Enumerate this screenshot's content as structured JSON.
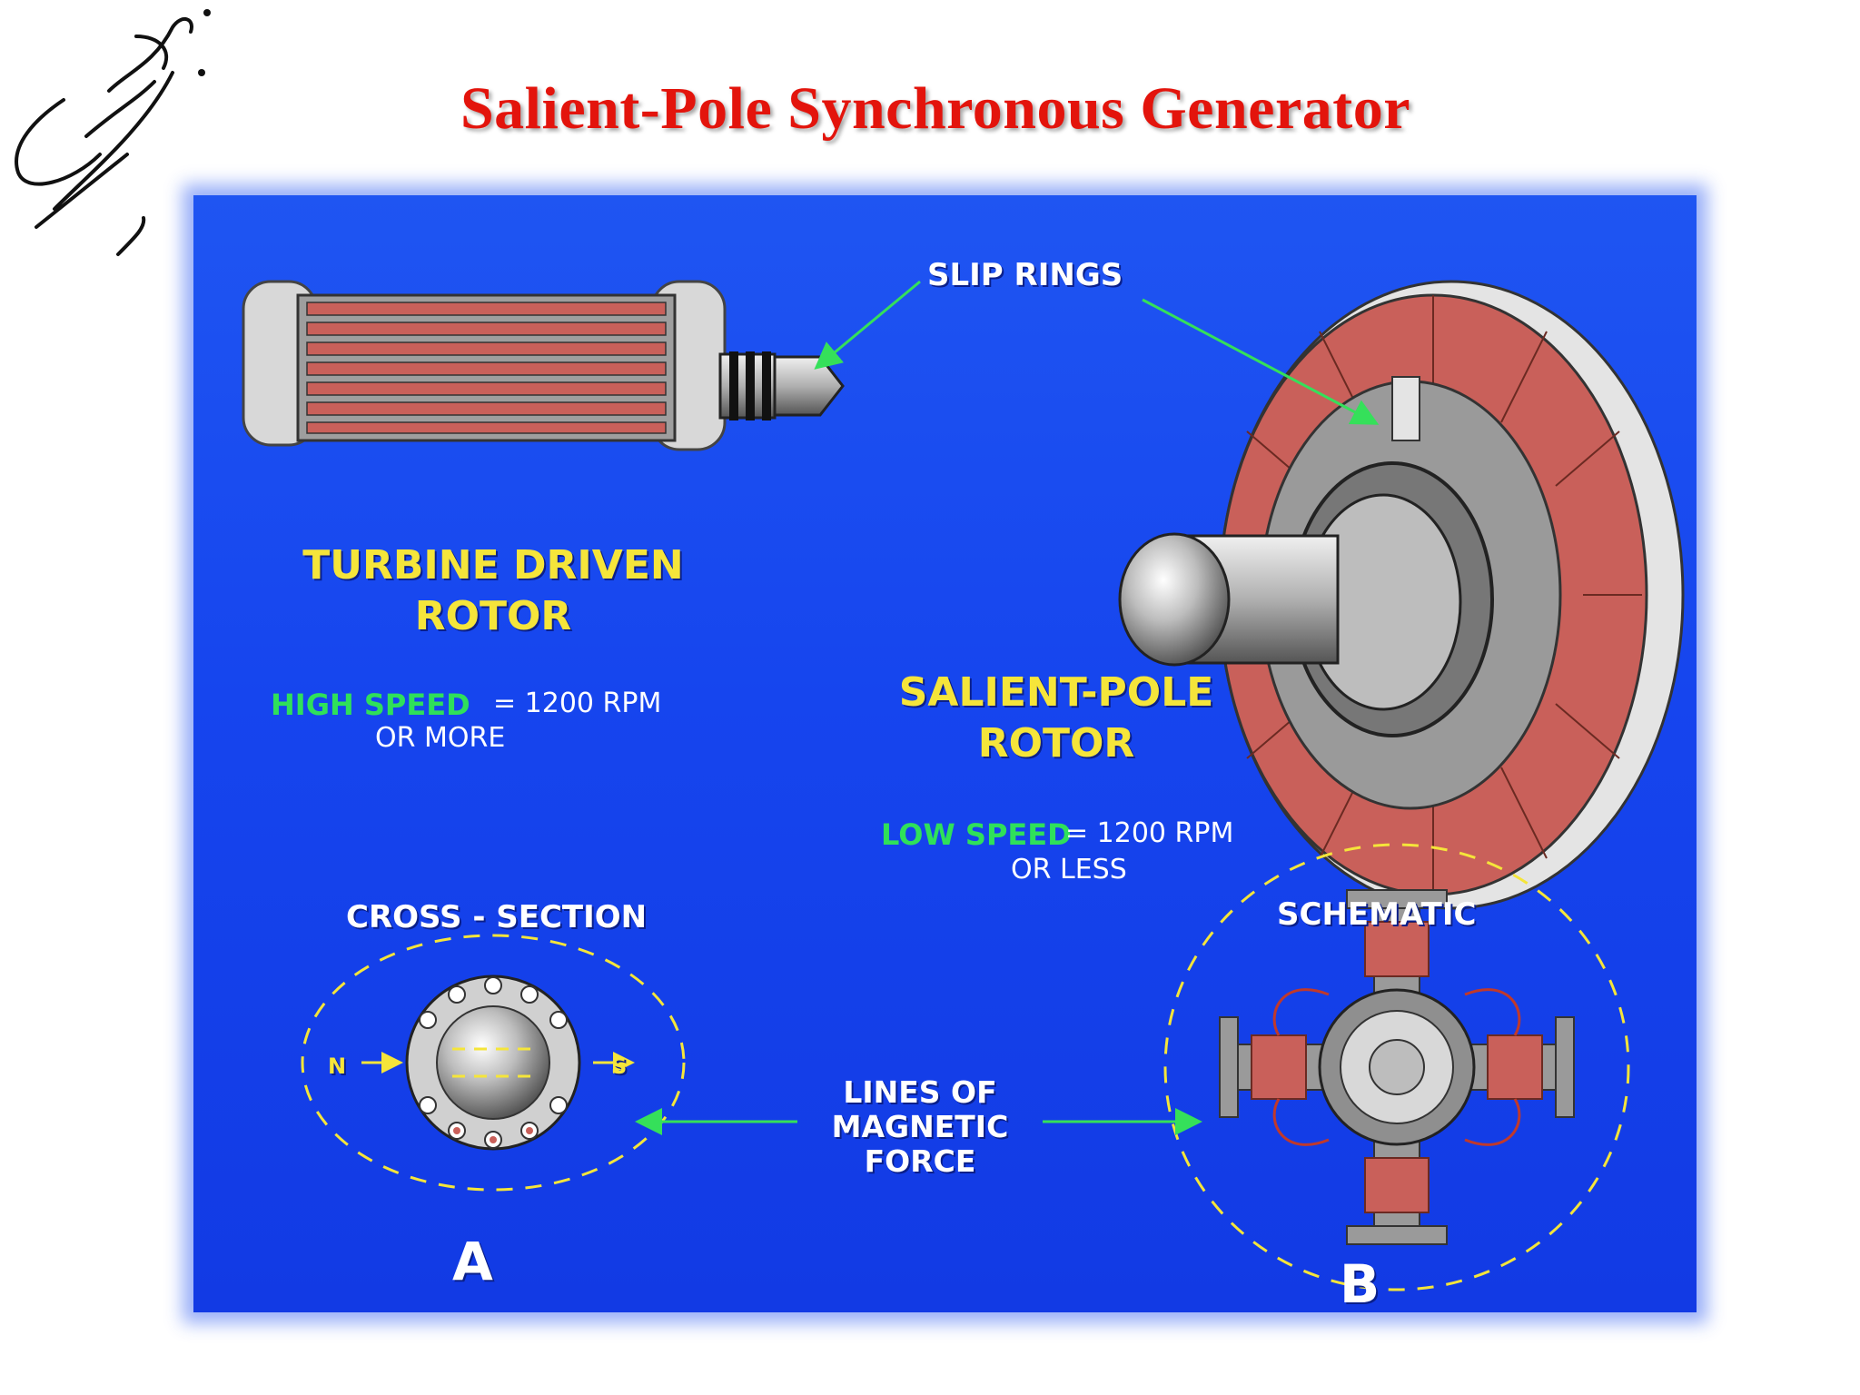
{
  "title": "Salient-Pole Synchronous Generator",
  "signature_text": "Jenani",
  "labels": {
    "slip_rings": "SLIP RINGS",
    "turbine_rotor_line1": "TURBINE DRIVEN",
    "turbine_rotor_line2": "ROTOR",
    "high_speed": "HIGH SPEED",
    "high_speed_value": "= 1200 RPM",
    "high_speed_sub": "OR MORE",
    "salient_rotor_line1": "SALIENT-POLE",
    "salient_rotor_line2": "ROTOR",
    "low_speed": "LOW SPEED",
    "low_speed_value": "= 1200 RPM",
    "low_speed_sub": "OR LESS",
    "cross_section": "CROSS - SECTION",
    "schematic": "SCHEMATIC",
    "lines_line1": "LINES OF",
    "lines_line2": "MAGNETIC",
    "lines_line3": "FORCE",
    "pole_n": "N",
    "pole_s": "S",
    "figure_a": "A",
    "figure_b": "B"
  },
  "colors": {
    "title": "#e3140c",
    "panel": "#1645ee",
    "label_yellow": "#f5e53a",
    "label_green": "#2fe05a",
    "winding_red": "#c9605a"
  }
}
